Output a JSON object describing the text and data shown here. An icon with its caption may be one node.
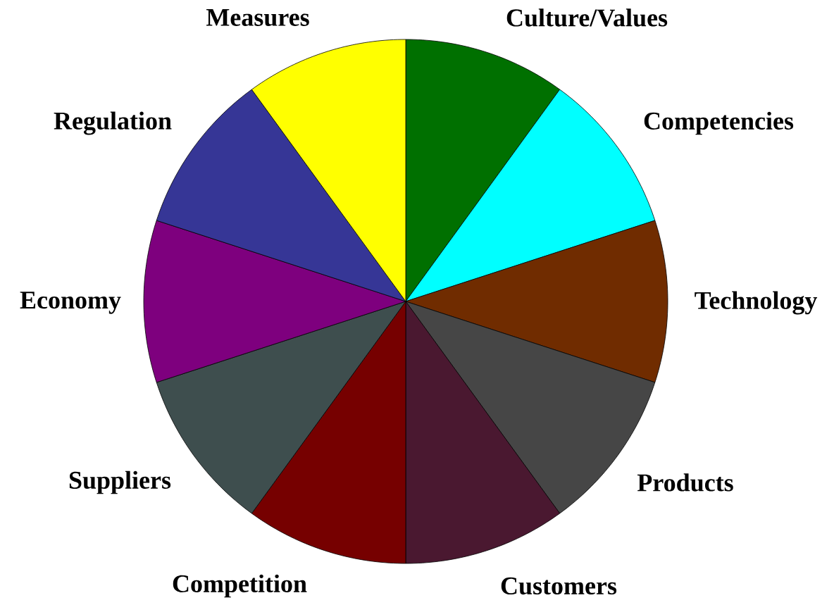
{
  "diagram": {
    "nodes": [
      {
        "text": [
          "Culture/Values"
        ]
      },
      {
        "text": [
          "Competencies"
        ]
      },
      {
        "text": [
          "Technology"
        ]
      },
      {
        "text": [
          "Products"
        ]
      },
      {
        "text": [
          "Customers"
        ]
      },
      {
        "text": [
          "Competition"
        ]
      },
      {
        "text": [
          "Suppliers"
        ]
      },
      {
        "text": [
          "Economy"
        ]
      },
      {
        "text": [
          "Regulation"
        ]
      },
      {
        "text": [
          "Measures"
        ]
      }
    ]
  }
}
